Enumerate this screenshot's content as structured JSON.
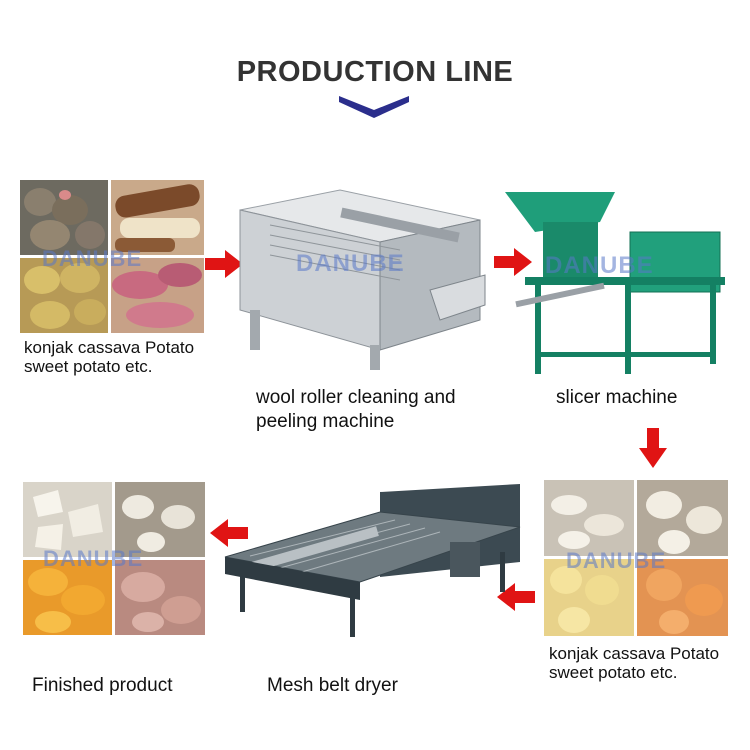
{
  "title": "PRODUCTION LINE",
  "colors": {
    "arrow": "#e01414",
    "chevron": "#2b2e8c",
    "title": "#333333",
    "machine_green": "#1f9e7a"
  },
  "watermark": "DANUBE",
  "steps": [
    {
      "id": "raw",
      "line1": "konjak  cassava Potato",
      "line2": "sweet potato etc."
    },
    {
      "id": "peeler",
      "line1": "wool roller cleaning and",
      "line2": "peeling machine"
    },
    {
      "id": "slicer",
      "line1": "slicer machine"
    },
    {
      "id": "sliced",
      "line1": "konjak  cassava Potato",
      "line2": "sweet potato etc."
    },
    {
      "id": "dryer",
      "line1": "Mesh belt dryer"
    },
    {
      "id": "finished",
      "line1": "Finished product"
    }
  ]
}
